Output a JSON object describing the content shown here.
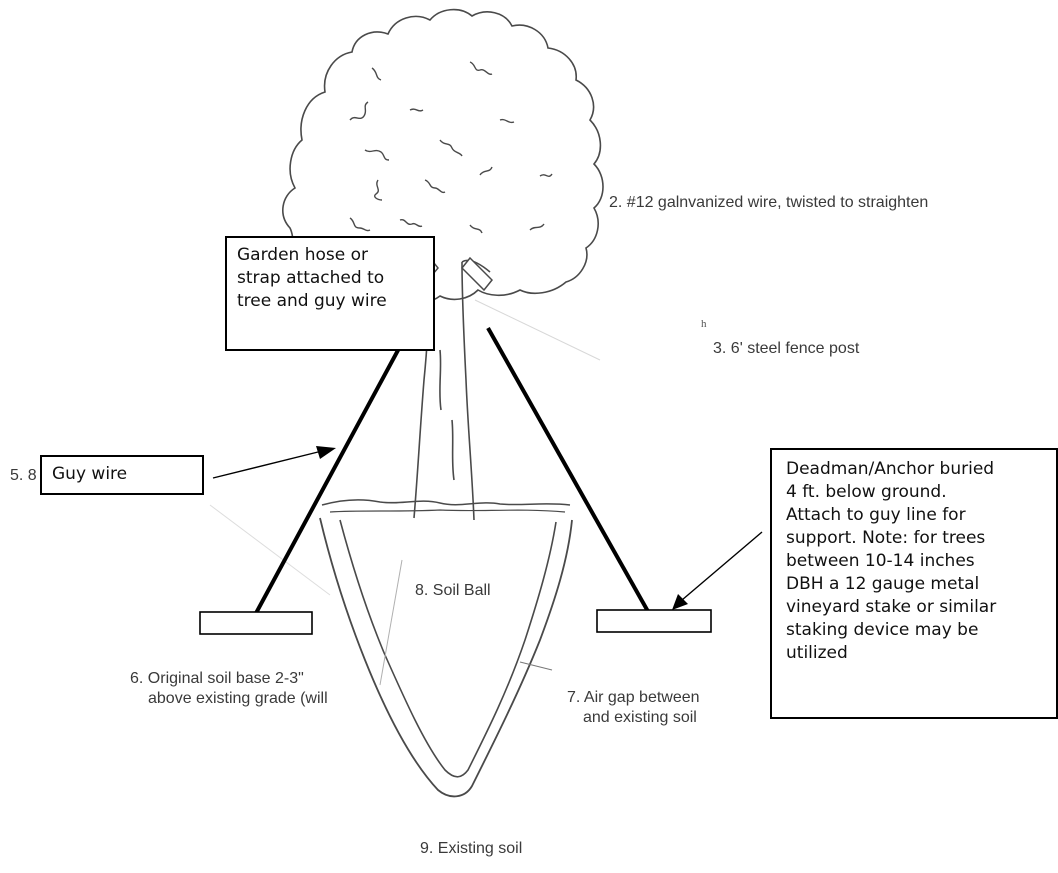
{
  "labels": {
    "wire": "2. #12 galnvanized wire, twisted to straighten",
    "post": "3. 6' steel fence post",
    "partial5": "5. 8",
    "soil_base_line1": "6. Original soil base 2-3\"",
    "soil_base_line2": "above existing grade (will",
    "soil_ball": "8. Soil Ball",
    "air_gap_line1": "7. Air gap between",
    "air_gap_line2": "and existing soil",
    "existing_soil": "9. Existing soil"
  },
  "callouts": {
    "hose": [
      "Garden hose or",
      "strap attached to",
      "tree and guy wire"
    ],
    "guy_wire": "Guy wire",
    "deadman": [
      "Deadman/Anchor buried",
      "4 ft. below ground.",
      "Attach to guy line for",
      "support. Note: for trees",
      "between 10-14 inches",
      "DBH a 12 gauge metal",
      "vineyard stake or similar",
      "staking device may be",
      "utilized"
    ]
  },
  "colors": {
    "line": "#000000",
    "sketch": "#4a4a4a",
    "text": "#3a3a3a"
  }
}
